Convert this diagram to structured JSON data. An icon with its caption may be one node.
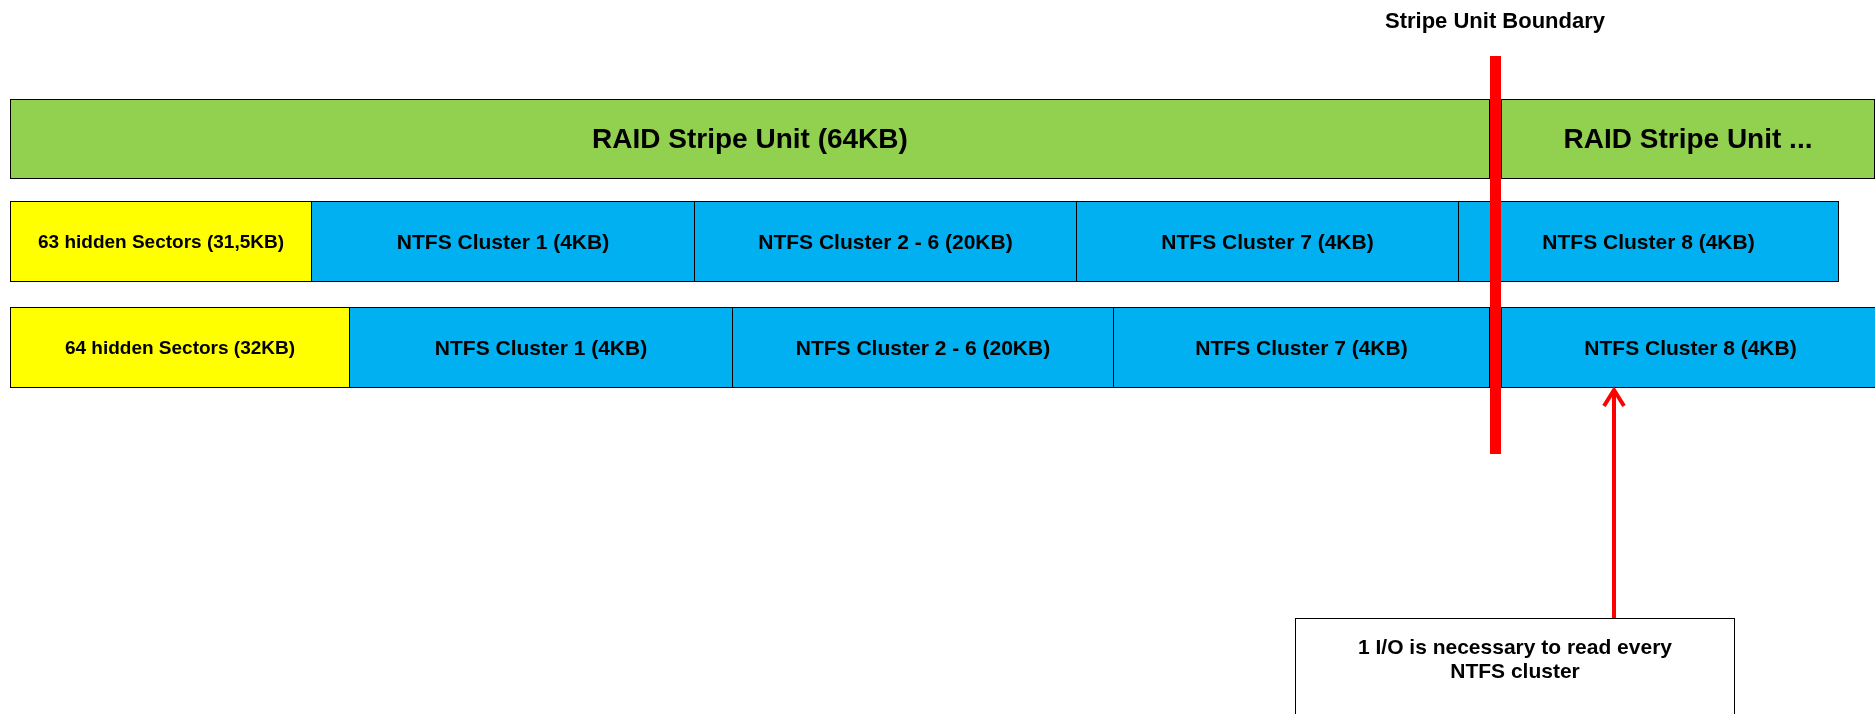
{
  "diagram": {
    "nodes": [
      {
        "text": [
          "RAID Stripe Unit (64KB)"
        ]
      },
      {
        "text": [
          "RAID Stripe Unit ..."
        ]
      },
      {
        "text": [
          "63 hidden Sectors (31,5KB)"
        ]
      },
      {
        "text": [
          "NTFS Cluster 1 (4KB)"
        ]
      },
      {
        "text": [
          "NTFS Cluster 2 - 6 (20KB)"
        ]
      },
      {
        "text": [
          "NTFS Cluster 7 (4KB)"
        ]
      },
      {
        "text": [
          "NTFS Cluster 8 (4KB)"
        ]
      },
      {
        "text": [
          "64 hidden Sectors (32KB)"
        ]
      },
      {
        "text": [
          "NTFS Cluster 1 (4KB)"
        ]
      },
      {
        "text": [
          "NTFS Cluster 2 - 6 (20KB)"
        ]
      },
      {
        "text": [
          "NTFS Cluster 7 (4KB)"
        ]
      },
      {
        "text": [
          "NTFS Cluster 8 (4KB)"
        ]
      },
      {
        "text": [
          "1 I/O is necessary to read every NTFS cluster"
        ]
      }
    ],
    "edges": [
      {
        "from": 12,
        "to": 11,
        "arrow": "to",
        "color": "#ff0000"
      }
    ],
    "labels": [
      "Stripe Unit Boundary"
    ]
  }
}
